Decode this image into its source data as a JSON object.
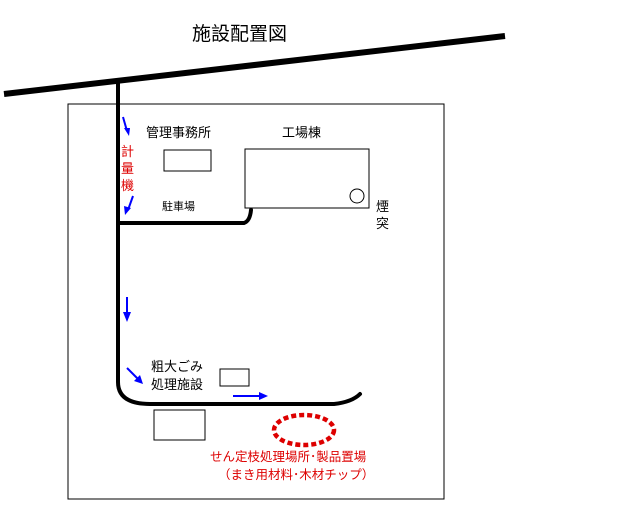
{
  "title": "施設配置図",
  "labels": {
    "office": "管理事務所",
    "factory": "工場棟",
    "scale_chars": [
      "計",
      "量",
      "機"
    ],
    "parking": "駐車場",
    "chimney_chars": [
      "煙",
      "突"
    ],
    "bulky_line1": "粗大ごみ",
    "bulky_line2": "処理施設",
    "pruning_line1": "せん定枝処理場所･製品置場",
    "pruning_line2": "（まき用材料･木材チップ）"
  },
  "colors": {
    "road": "#000000",
    "arrow": "#0000ff",
    "accent_red": "#dd0000",
    "outline": "#000000",
    "background": "#ffffff"
  }
}
